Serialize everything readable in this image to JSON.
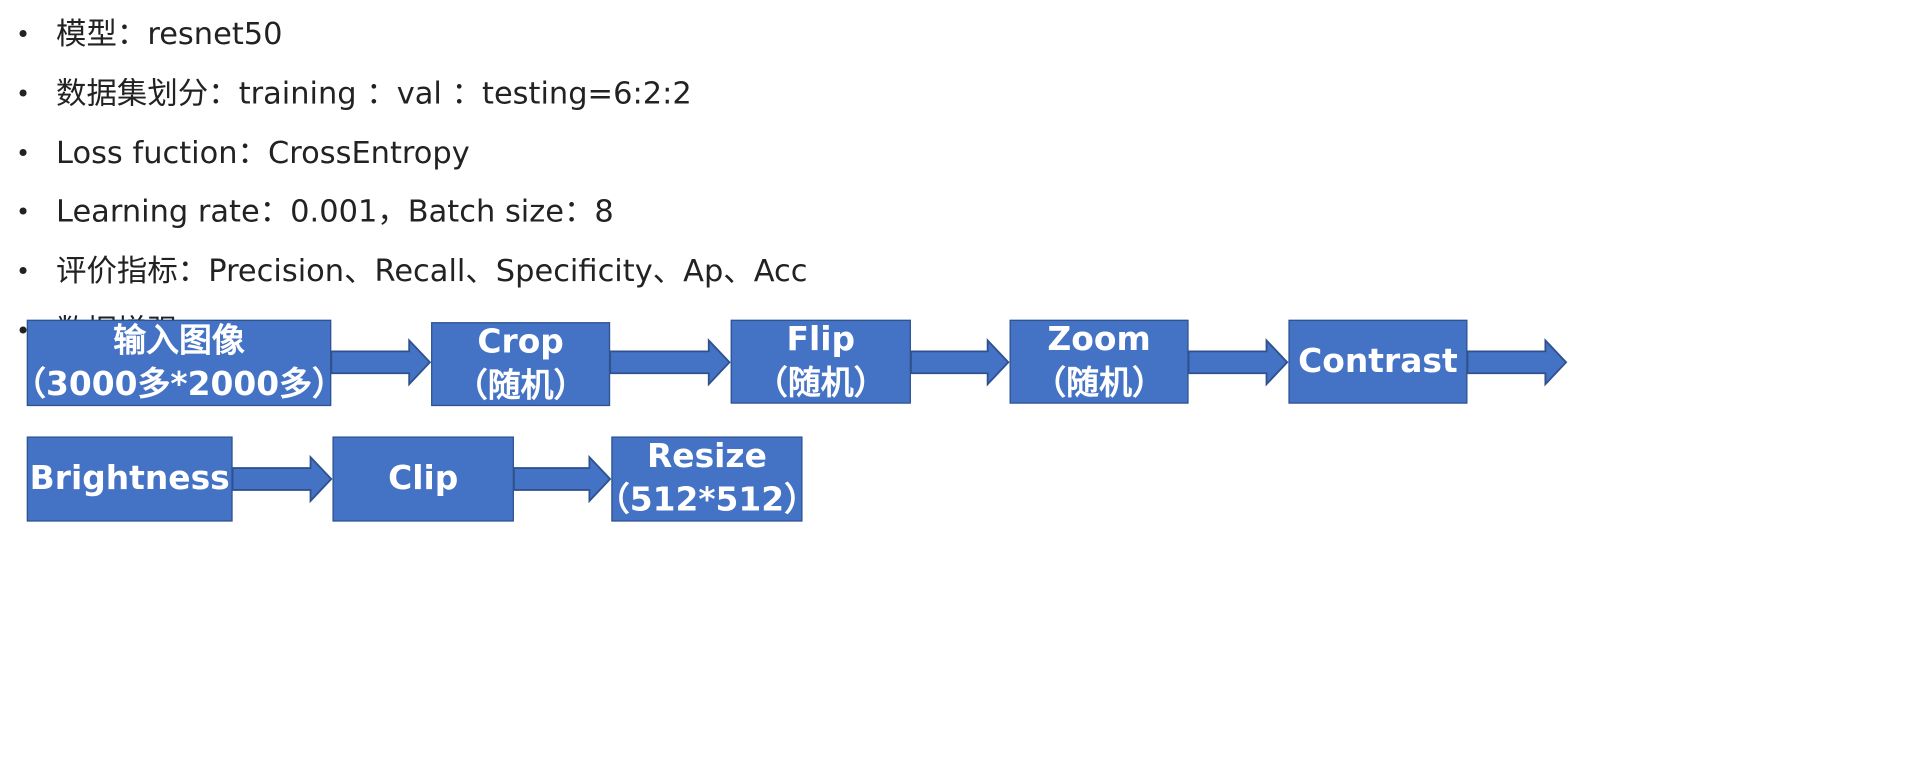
{
  "bullets": [
    {
      "marker": "•",
      "text": "模型：resnet50"
    },
    {
      "marker": "•",
      "text": "数据集划分：training ：val ：testing=6:2:2"
    },
    {
      "marker": "•",
      "text": "Loss fuction：CrossEntropy"
    },
    {
      "marker": "•",
      "text": "Learning rate：0.001，Batch size：8"
    },
    {
      "marker": "•",
      "text": "评价指标：Precision、Recall、Specificity、Ap、Acc"
    },
    {
      "marker": "•",
      "text": "数据增强："
    }
  ],
  "flow": {
    "row1": [
      {
        "line1": "输入图像",
        "line2": "（3000多*2000多）"
      },
      {
        "line1": "Crop",
        "line2": "（随机）"
      },
      {
        "line1": "Flip",
        "line2": "（随机）"
      },
      {
        "line1": "Zoom",
        "line2": "（随机）"
      },
      {
        "line1": "Contrast",
        "line2": ""
      }
    ],
    "row2": [
      {
        "line1": "Brightness",
        "line2": ""
      },
      {
        "line1": "Clip",
        "line2": ""
      },
      {
        "line1": "Resize",
        "line2": "（512*512）"
      }
    ]
  },
  "colors": {
    "box_fill": "#4472c4",
    "box_border": "#2f528f",
    "box_text": "#ffffff",
    "bullet_text": "#222222"
  }
}
